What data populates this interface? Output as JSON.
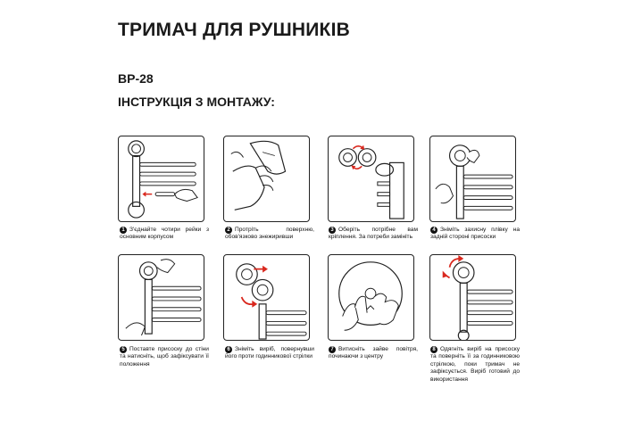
{
  "header": {
    "title": "ТРИМАЧ ДЛЯ РУШНИКІВ",
    "model": "BP-28",
    "subtitle": "ІНСТРУКЦІЯ З МОНТАЖУ:"
  },
  "steps": [
    {
      "num": "1",
      "text": "З'єднайте чотири рейки з основним корпусом"
    },
    {
      "num": "2",
      "text": "Протріть поверхню, обов'язково знежиривши"
    },
    {
      "num": "3",
      "text": "Оберіть потрібне вам кріплення. За потреби замініть"
    },
    {
      "num": "4",
      "text": "Зніміть захисну плівку на задній стороні присоски"
    },
    {
      "num": "5",
      "text": "Поставте присоску до стіни та натисніть, щоб зафіксувати її положення"
    },
    {
      "num": "6",
      "text": "Зніміть виріб, повернувши його проти годинникової стрілки"
    },
    {
      "num": "7",
      "text": "Витисніть зайве повітря, починаючи з центру"
    },
    {
      "num": "8",
      "text": "Одягніть виріб на присоску та поверніть її за годинниковою стрілкою, поки тримач не зафіксується. Виріб готовий до використання"
    }
  ],
  "colors": {
    "accent": "#d9281e",
    "line": "#222222"
  }
}
